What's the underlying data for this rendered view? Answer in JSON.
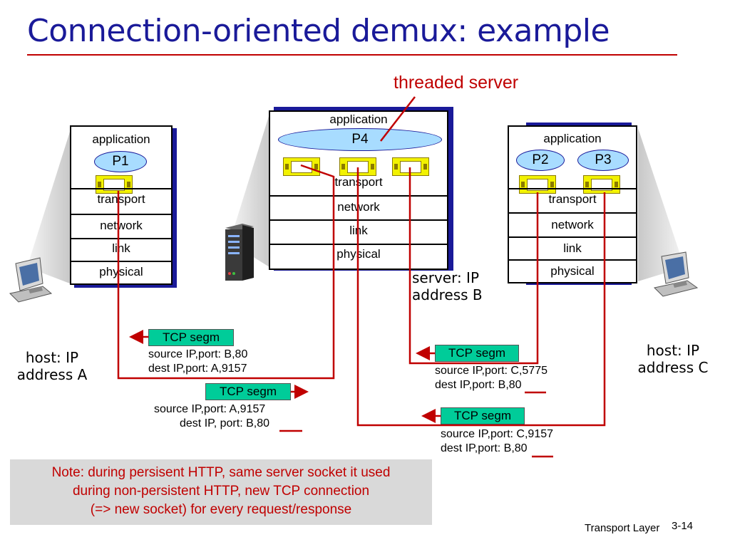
{
  "slide": {
    "title": "Connection-oriented demux: example",
    "threaded_label": "threaded server",
    "footer_label": "Transport Layer",
    "page_number": "3-14"
  },
  "host_a": {
    "layers": {
      "application": "application",
      "transport": "transport",
      "network": "network",
      "link": "link",
      "physical": "physical"
    },
    "process": "P1",
    "caption_line1": "host: IP",
    "caption_line2": "address A"
  },
  "server": {
    "layers": {
      "application": "application",
      "transport": "transport",
      "network": "network",
      "link": "link",
      "physical": "physical"
    },
    "process": "P4",
    "caption_line1": "server: IP",
    "caption_line2": "address B"
  },
  "host_c": {
    "layers": {
      "application": "application",
      "transport": "transport",
      "network": "network",
      "link": "link",
      "physical": "physical"
    },
    "process_1": "P2",
    "process_2": "P3",
    "caption_line1": "host: IP",
    "caption_line2": "address C"
  },
  "segments": [
    {
      "label": "TCP segm",
      "source": "source IP,port: B,80",
      "dest": "dest IP,port: A,9157"
    },
    {
      "label": "TCP segm",
      "source": "source IP,port: A,9157",
      "dest": "dest IP, port: B,80"
    },
    {
      "label": "TCP segm",
      "source": "source IP,port: C,5775",
      "dest": "dest IP,port: B,80"
    },
    {
      "label": "TCP segm",
      "source": "source IP,port: C,9157",
      "dest": "dest IP,port: B,80"
    }
  ],
  "note": {
    "line1": "Note: during persisent HTTP, same server socket it used",
    "line2": "during non-persistent HTTP, new TCP connection",
    "line3": "(=> new socket) for every request/response"
  },
  "colors": {
    "title": "#1a1a99",
    "accent_red": "#c00000",
    "segment_box": "#00cc99",
    "socket": "#f2f200",
    "process": "#a8dcff",
    "stack_shadow": "#1a1a99"
  },
  "icons": [
    "desktop-computer-icon",
    "server-tower-icon",
    "socket-icon"
  ]
}
